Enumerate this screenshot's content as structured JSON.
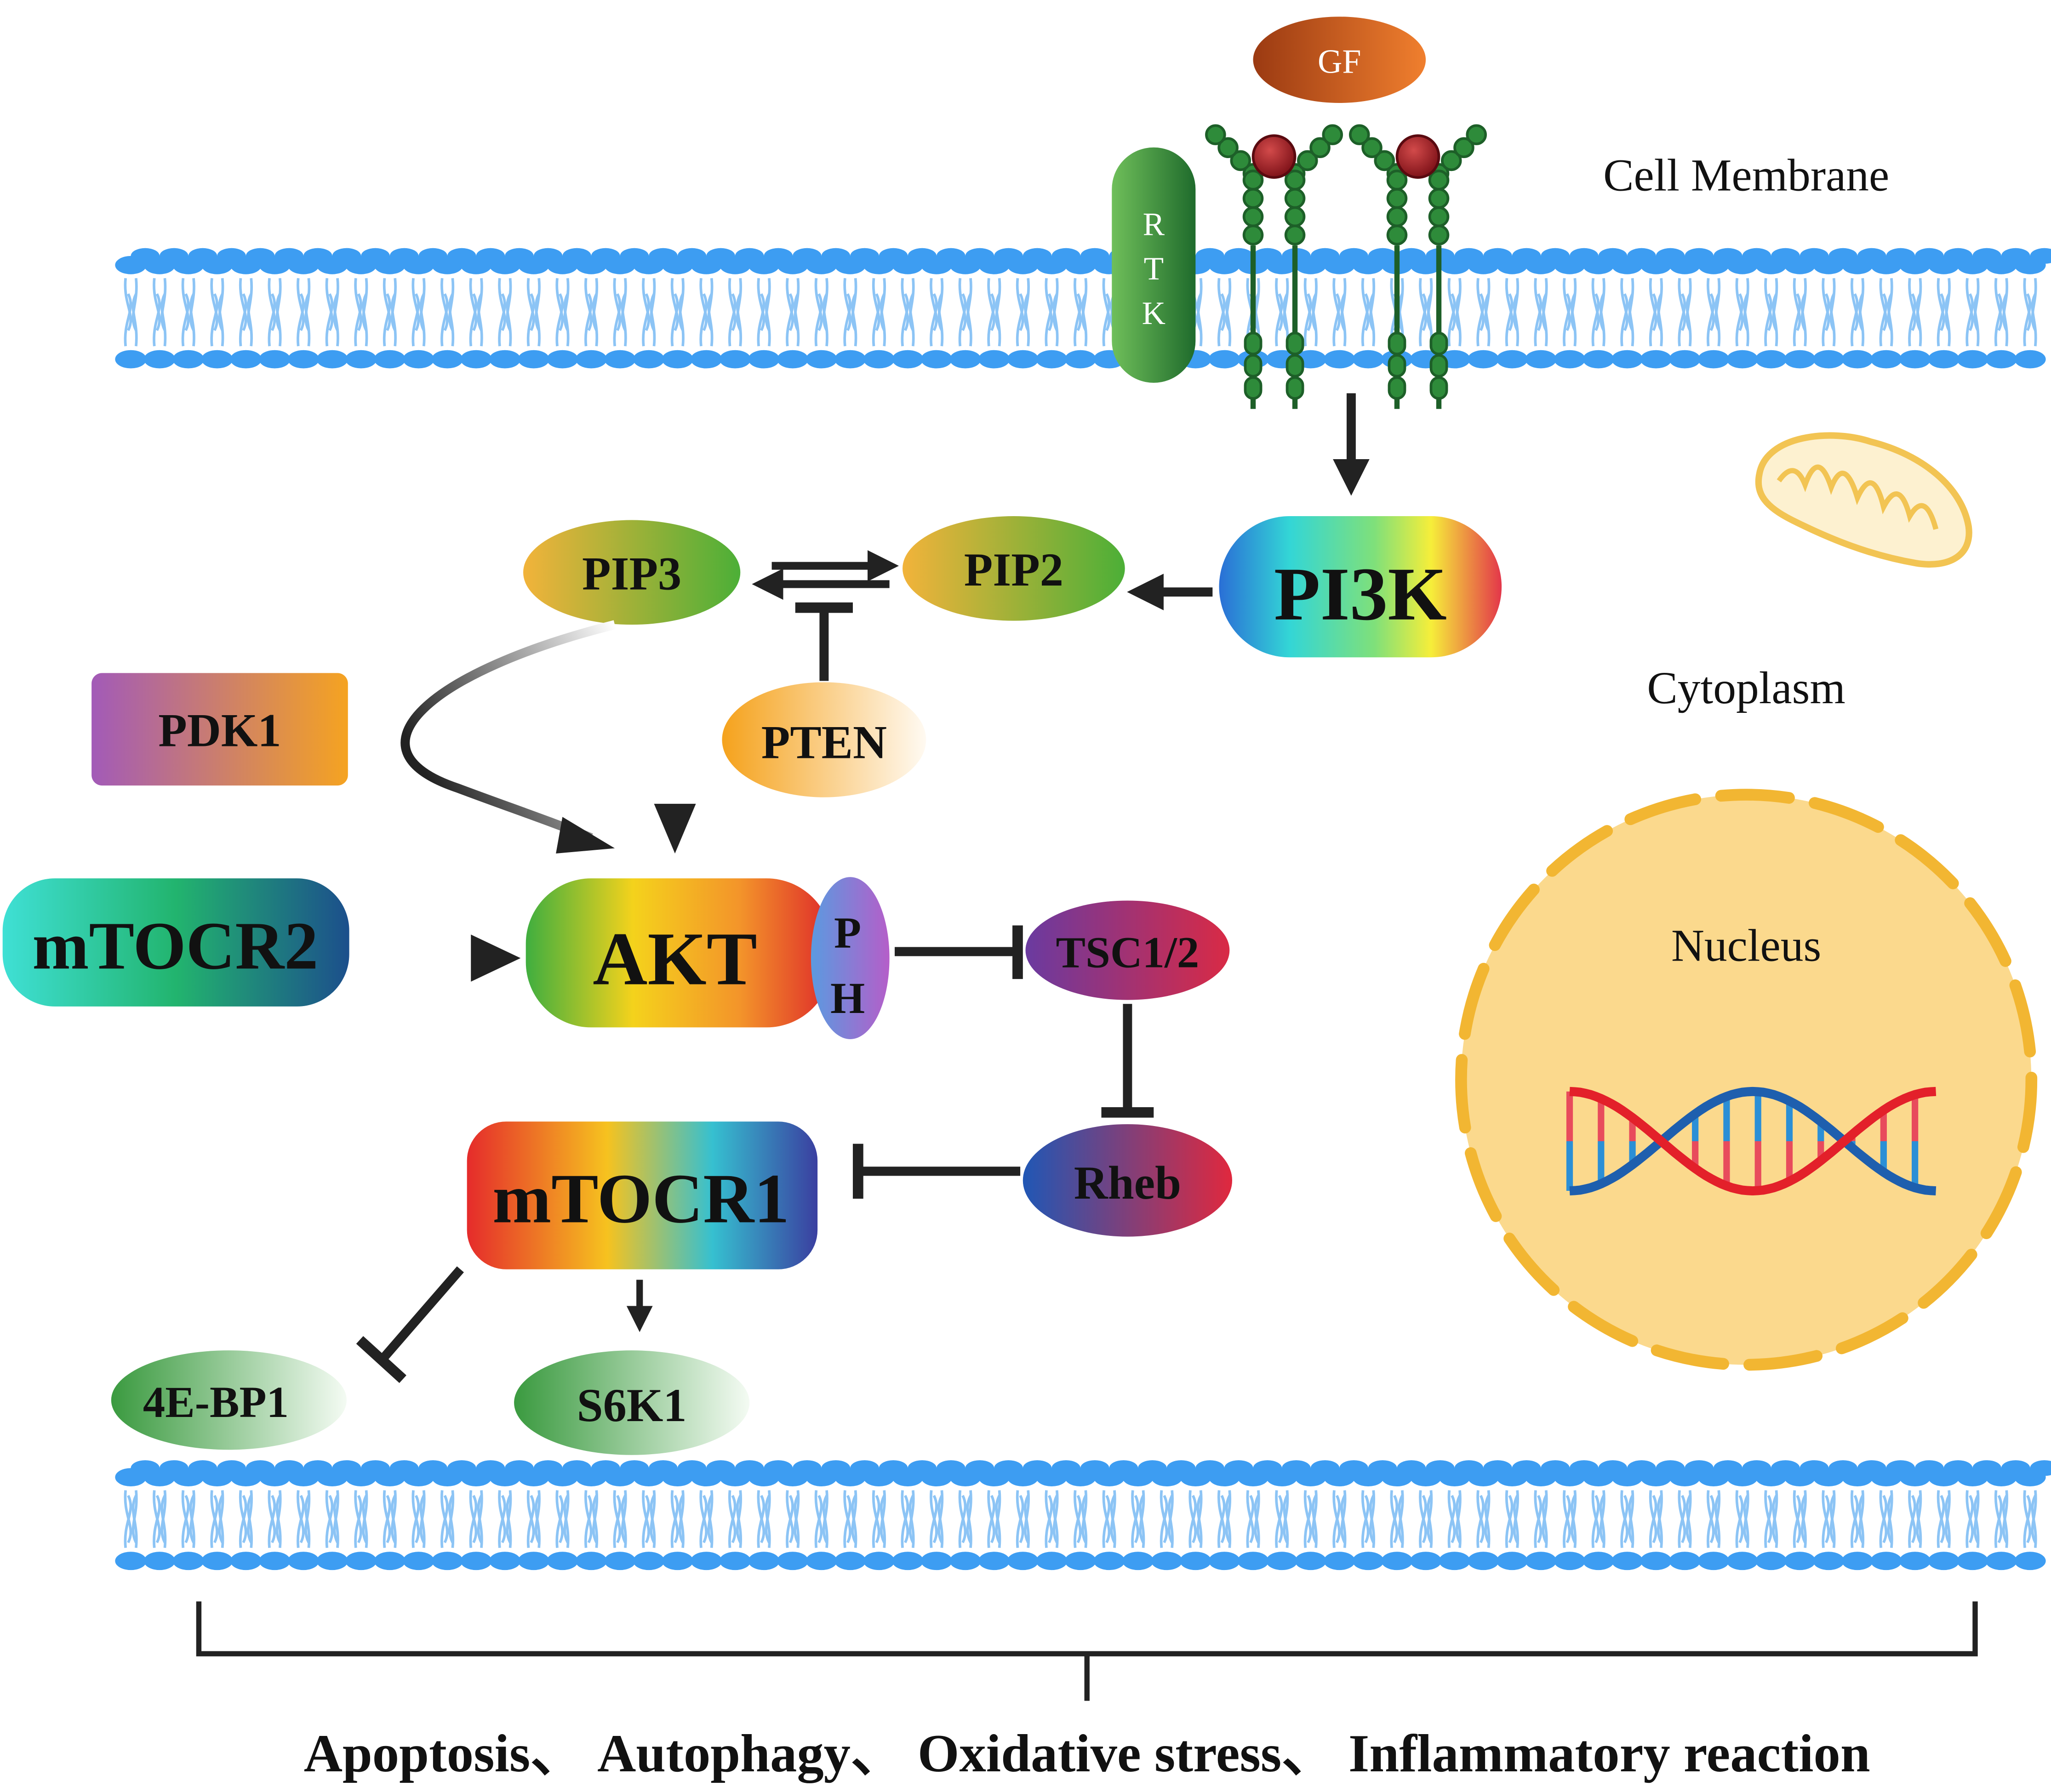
{
  "labels": {
    "cell_membrane": "Cell Membrane",
    "cytoplasm": "Cytoplasm",
    "nucleus": "Nucleus",
    "gf": "GF",
    "rtk": [
      "R",
      "T",
      "K"
    ],
    "pi3k": "PI3K",
    "pip2": "PIP2",
    "pip3": "PIP3",
    "pten": "PTEN",
    "pdk1": "PDK1",
    "mtocr2": "mTOCR2",
    "akt": "AKT",
    "ph": [
      "P",
      "H"
    ],
    "tsc": "TSC1/2",
    "rheb": "Rheb",
    "mtocr1": "mTOCR1",
    "ebp1": "4E-BP1",
    "s6k1": "S6K1",
    "outcomes": "Apoptosis、 Autophagy、 Oxidative stress、 Inflammatory reaction"
  },
  "colors": {
    "membrane_head": "#3d9df2",
    "membrane_tail": "#8cc4f5",
    "arrow": "#222222",
    "receptor": "#2e8b3a",
    "receptor_dark": "#1d5f28",
    "ligand_ball": "#a0222a",
    "nucleus_fill": "#fbd98d",
    "nucleus_rim": "#f2b632",
    "mito_rim": "#f2c453"
  }
}
